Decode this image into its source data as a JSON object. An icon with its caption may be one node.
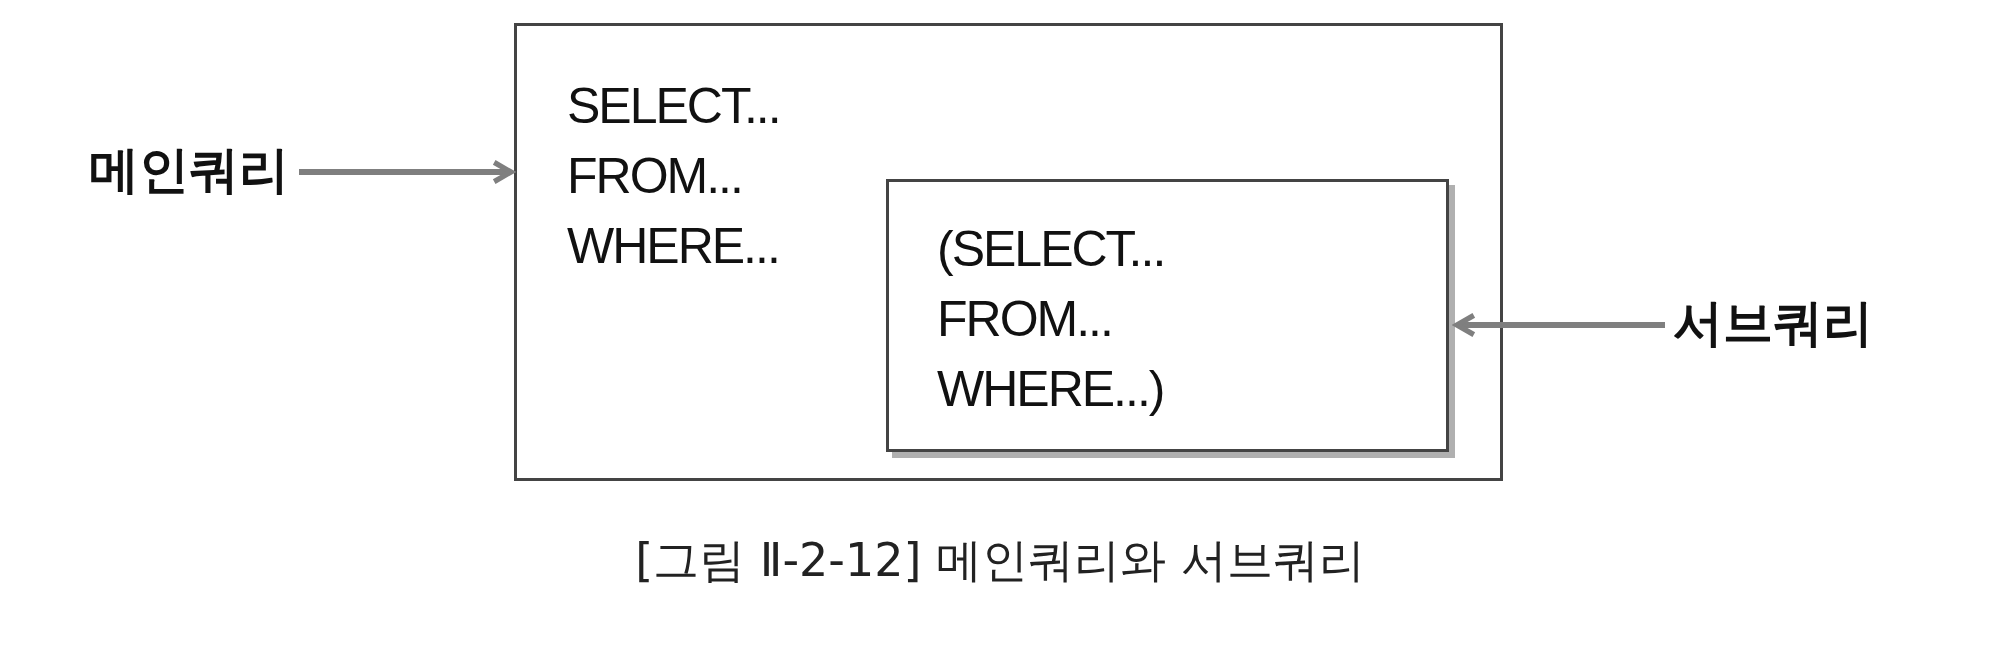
{
  "diagram": {
    "caption": "[그림 Ⅱ-2-12] 메인쿼리와 서브쿼리",
    "nodes": [
      {
        "text": [
          "SELECT... FROM... WHERE..."
        ]
      },
      {
        "text": [
          "(SELECT... FROM... WHERE...)"
        ],
        "in": 0
      },
      {
        "text": [
          "메인쿼리"
        ]
      },
      {
        "text": [
          "서브쿼리"
        ]
      }
    ],
    "edges": [
      {
        "from": 2,
        "to": 0,
        "arrow": "to"
      },
      {
        "from": 3,
        "to": 1,
        "arrow": "to"
      }
    ]
  }
}
